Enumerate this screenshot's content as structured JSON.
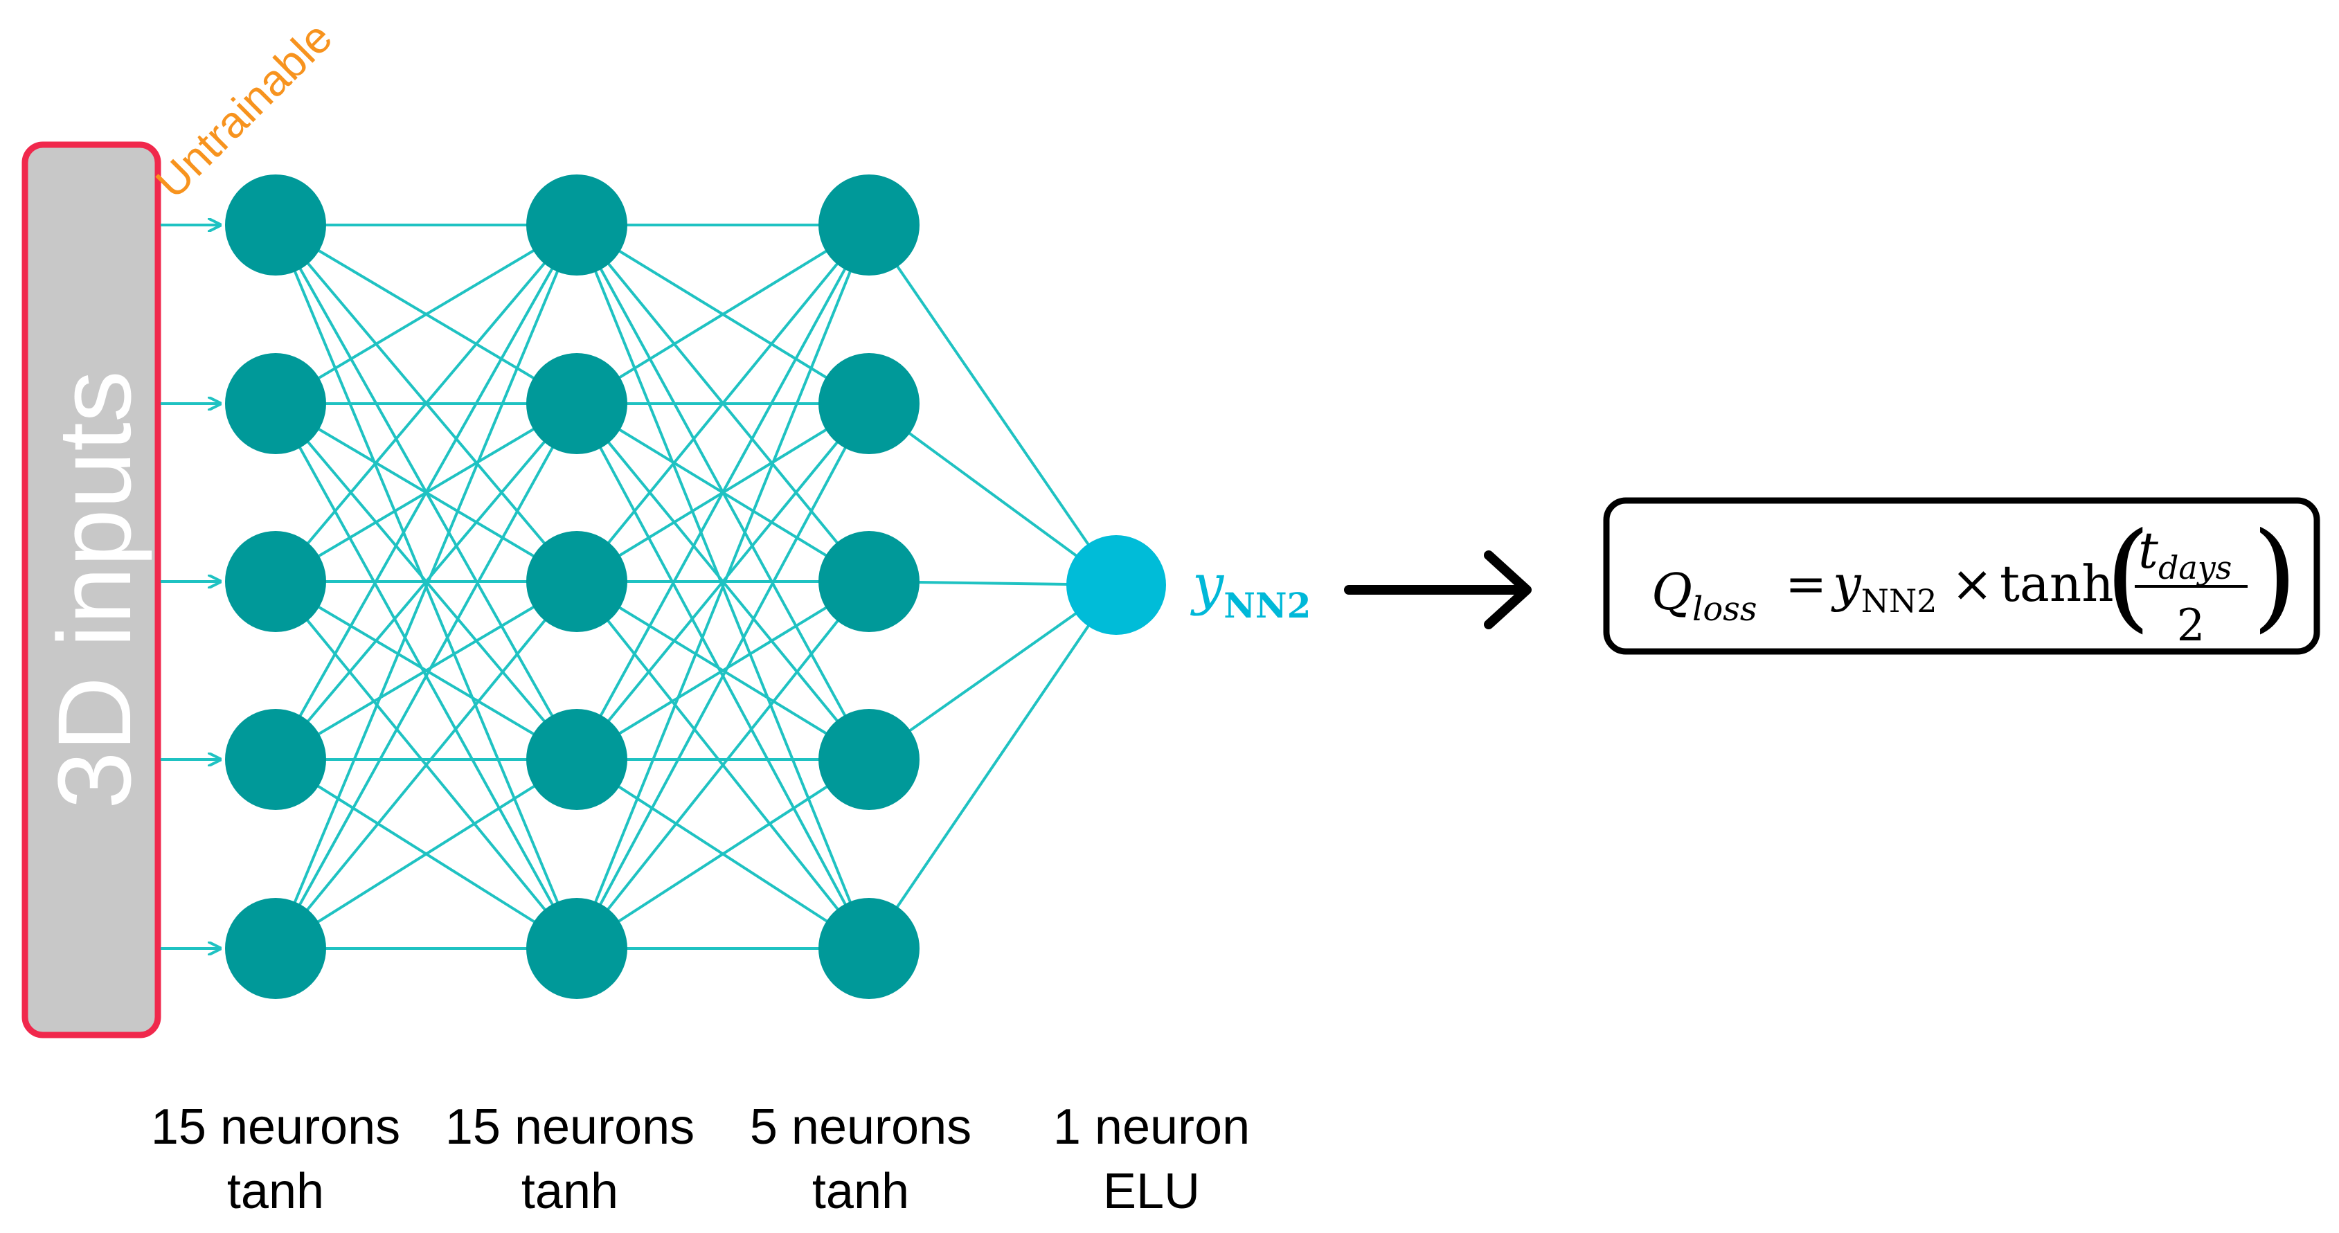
{
  "input_block": {
    "label": "3D inputs"
  },
  "tag": {
    "label": "Untrainable"
  },
  "layers": [
    {
      "size_label": "15 neurons",
      "activation": "tanh"
    },
    {
      "size_label": "15 neurons",
      "activation": "tanh"
    },
    {
      "size_label": "5 neurons",
      "activation": "tanh"
    },
    {
      "size_label": "1 neuron",
      "activation": "ELU"
    }
  ],
  "output": {
    "symbol": "y",
    "subscript": "NN2"
  },
  "formula": {
    "lhs": "Q",
    "lhs_sub": "loss",
    "equals": "=",
    "y": "y",
    "y_sub": "NN2",
    "times": "×",
    "func": "tanh",
    "num": "t",
    "num_sub": "days",
    "den": "2"
  },
  "colors": {
    "node": "#009999",
    "edge": "#1fc2c2",
    "output_node": "#00bcd8",
    "input_fill": "#c8c8c8",
    "input_border": "#f0284c",
    "tag": "#f7931e"
  }
}
